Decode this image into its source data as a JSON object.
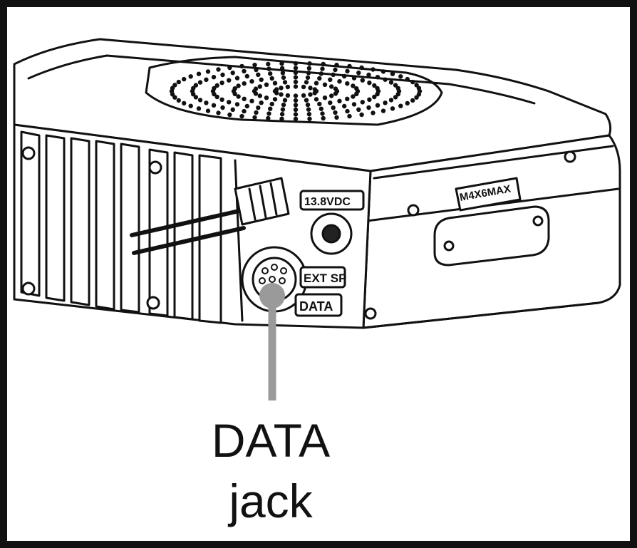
{
  "diagram": {
    "callout_line1": "DATA",
    "callout_line2": "jack",
    "panel_labels": {
      "power": "13.8VDC",
      "ext_speaker": "EXT SP",
      "data": "DATA",
      "model_badge": "M4X6MAX"
    },
    "colors": {
      "ink": "#111111",
      "leader_line": "#9a9a9a",
      "background": "#ffffff"
    }
  }
}
